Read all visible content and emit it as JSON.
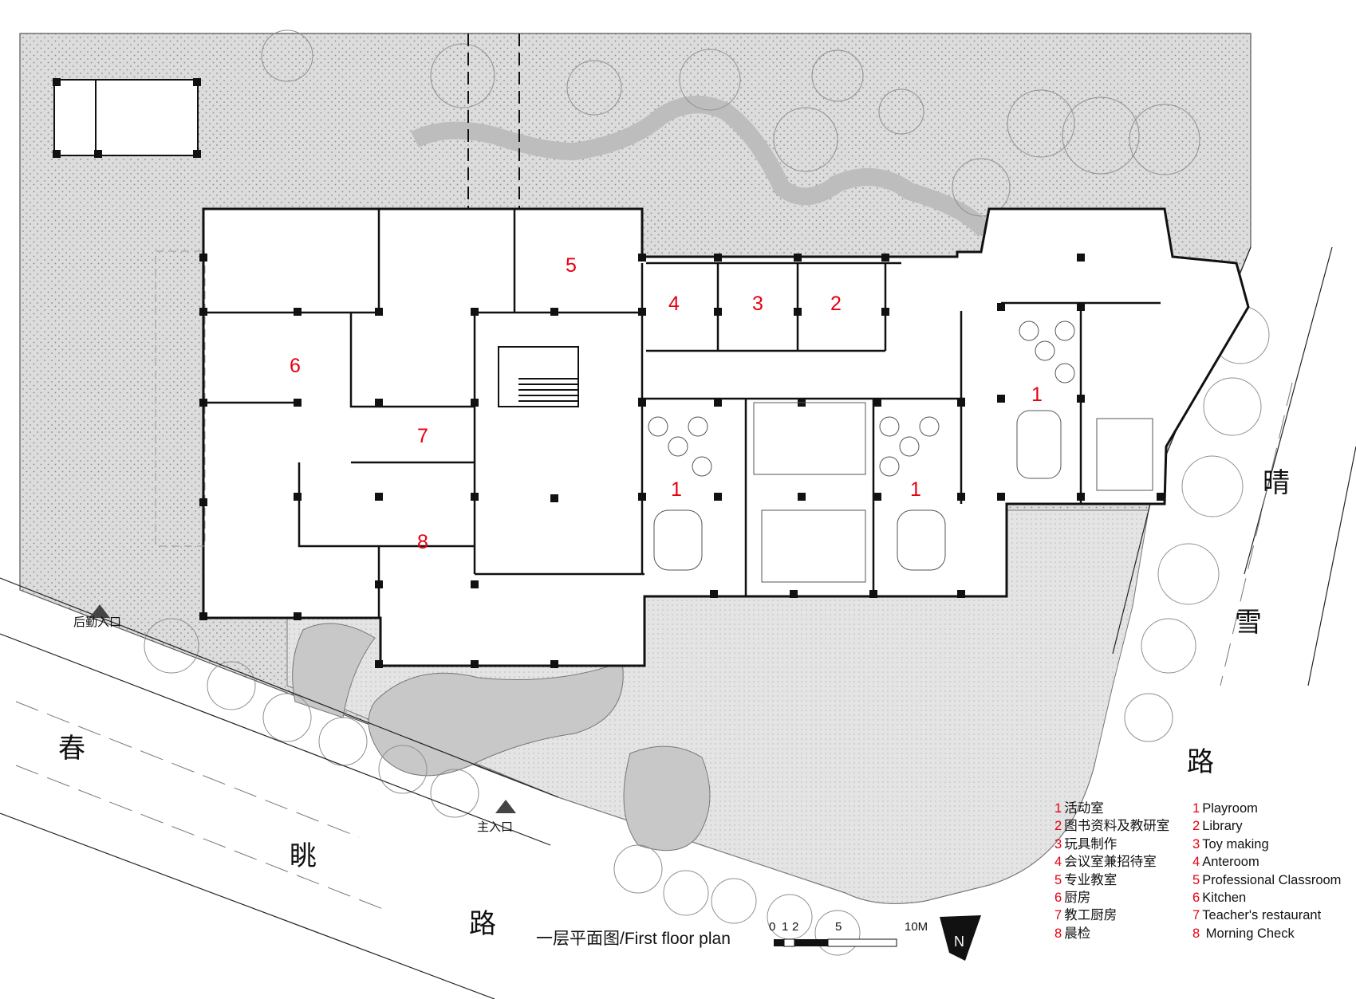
{
  "title": "一层平面图/First floor plan",
  "rooms": [
    {
      "id": "r6",
      "num": "6"
    },
    {
      "id": "r7",
      "num": "7"
    },
    {
      "id": "r8",
      "num": "8"
    },
    {
      "id": "r5",
      "num": "5"
    },
    {
      "id": "r4",
      "num": "4"
    },
    {
      "id": "r3",
      "num": "3"
    },
    {
      "id": "r2",
      "num": "2"
    },
    {
      "id": "r1a",
      "num": "1"
    },
    {
      "id": "r1b",
      "num": "1"
    },
    {
      "id": "r1c",
      "num": "1"
    }
  ],
  "entrances": {
    "service": "后勤入口",
    "main": "主入口"
  },
  "roads": {
    "left": [
      "春",
      "眺",
      "路"
    ],
    "right": [
      "晴",
      "雪",
      "路"
    ]
  },
  "scale": {
    "ticks": [
      "0",
      "1",
      "2",
      "5",
      "10M"
    ]
  },
  "north_symbol": "N",
  "legend_cn": [
    {
      "num": "1",
      "text": "活动室"
    },
    {
      "num": "2",
      "text": "图书资料及教研室"
    },
    {
      "num": "3",
      "text": "玩具制作"
    },
    {
      "num": "4",
      "text": "会议室兼招待室"
    },
    {
      "num": "5",
      "text": "专业教室"
    },
    {
      "num": "6",
      "text": "厨房"
    },
    {
      "num": "7",
      "text": "教工厨房"
    },
    {
      "num": "8",
      "text": "晨检"
    }
  ],
  "legend_en": [
    {
      "num": "1",
      "text": "Playroom"
    },
    {
      "num": "2",
      "text": "Library"
    },
    {
      "num": "3",
      "text": "Toy making"
    },
    {
      "num": "4",
      "text": "Anteroom"
    },
    {
      "num": "5",
      "text": "Professional Classroom"
    },
    {
      "num": "6",
      "text": "Kitchen"
    },
    {
      "num": "7",
      "text": "Teacher's restaurant"
    },
    {
      "num": "8",
      "text": " Morning Check"
    }
  ]
}
